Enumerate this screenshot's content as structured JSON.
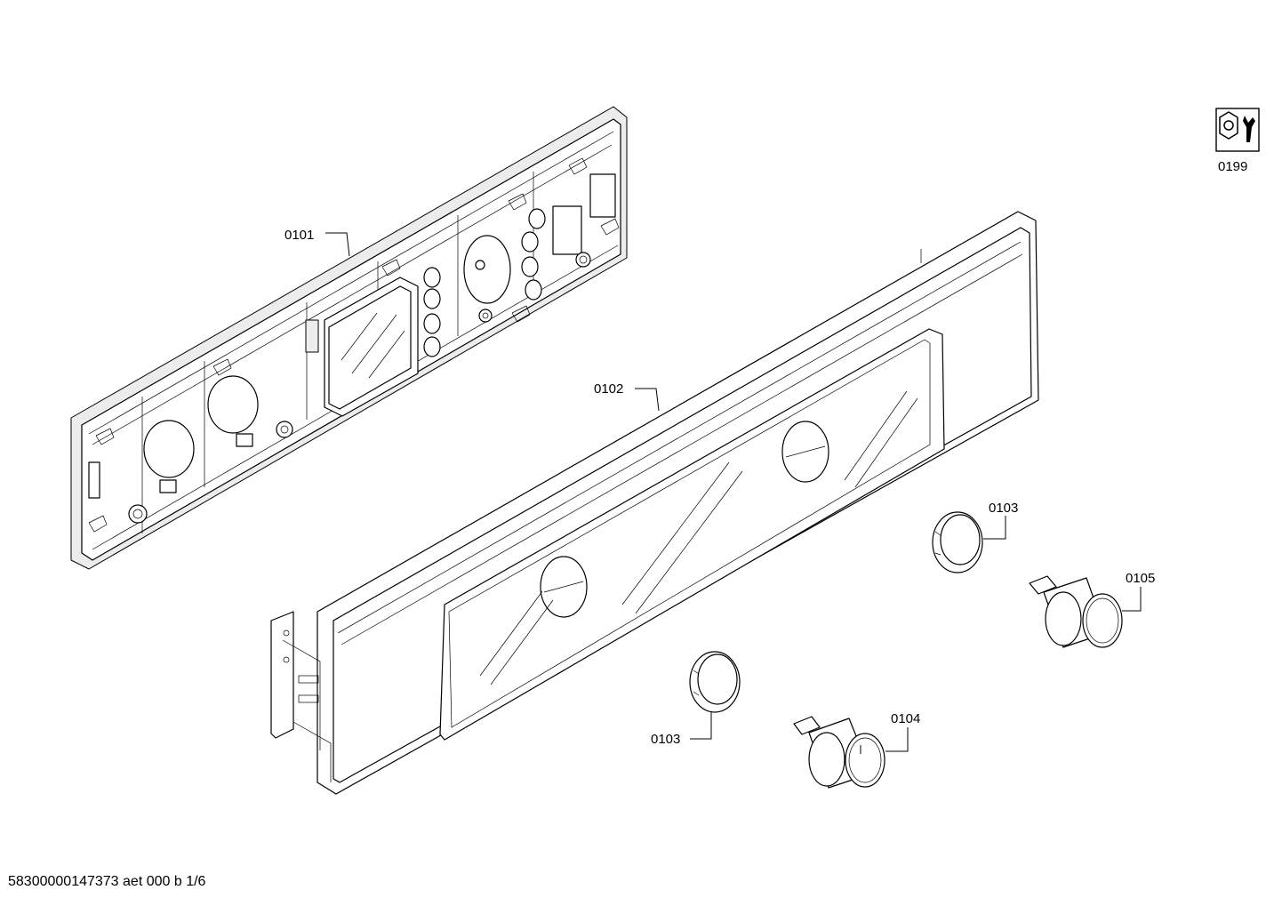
{
  "document_id": "58300000147373 aet 000 b 1/6",
  "callouts": {
    "p0101": "0101",
    "p0102": "0102",
    "p0103a": "0103",
    "p0103b": "0103",
    "p0104": "0104",
    "p0105": "0105",
    "p0199": "0199"
  },
  "icons": {
    "service_kit": "wrench-hex-icon"
  }
}
